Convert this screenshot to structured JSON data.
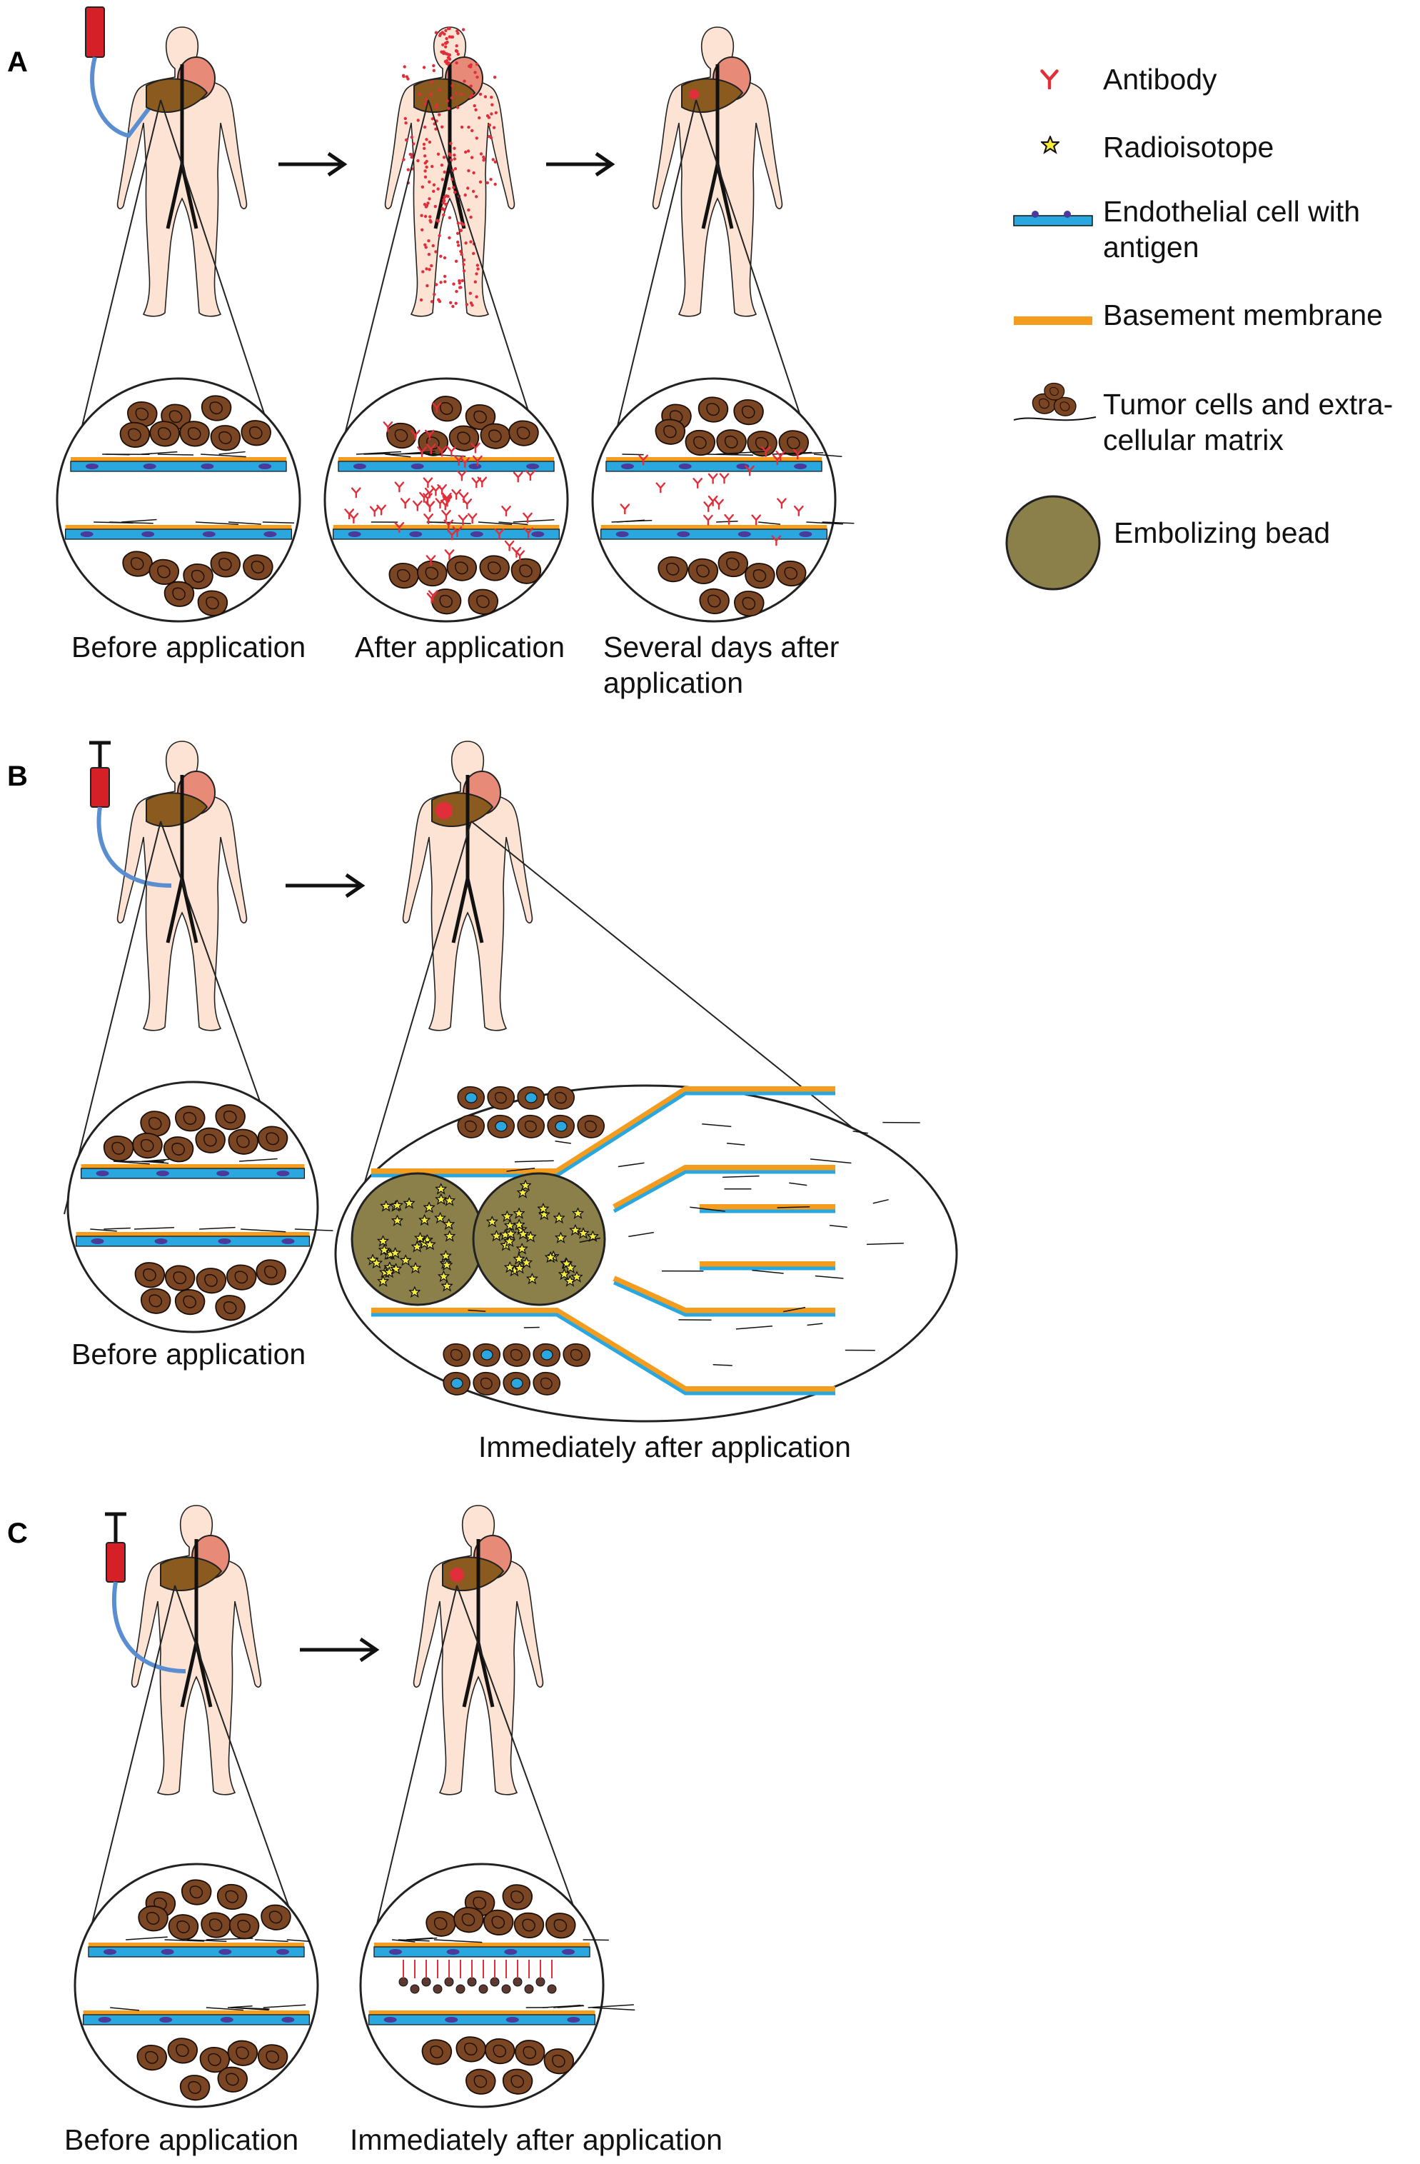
{
  "panels": {
    "a": {
      "letter": "A",
      "captions": [
        "Before application",
        "After application",
        "Several days after",
        "application"
      ]
    },
    "b": {
      "letter": "B",
      "captions": [
        "Before application",
        "Immediately after application"
      ]
    },
    "c": {
      "letter": "C",
      "captions": [
        "Before application",
        "Immediately after application"
      ]
    }
  },
  "legend": {
    "antibody": "Antibody",
    "radioisotope": "Radioisotope",
    "endothelial_1": "Endothelial cell with",
    "endothelial_2": "antigen",
    "basement": "Basement membrane",
    "tumor_1": "Tumor cells and extra-",
    "tumor_2": "cellular matrix",
    "bead": "Embolizing bead"
  },
  "colors": {
    "skin": "#fde3d4",
    "liver": "#8b5a1e",
    "heart": "#e88a78",
    "tumor_cell": "#7a4523",
    "endothelium": "#2aa7df",
    "basement_membrane": "#f39c1e",
    "antibody": "#e02f3a",
    "radioisotope": "#f7ec3c",
    "bead": "#8b7f4a",
    "catheter": "#5a8ed0",
    "bag": "#d42026"
  }
}
